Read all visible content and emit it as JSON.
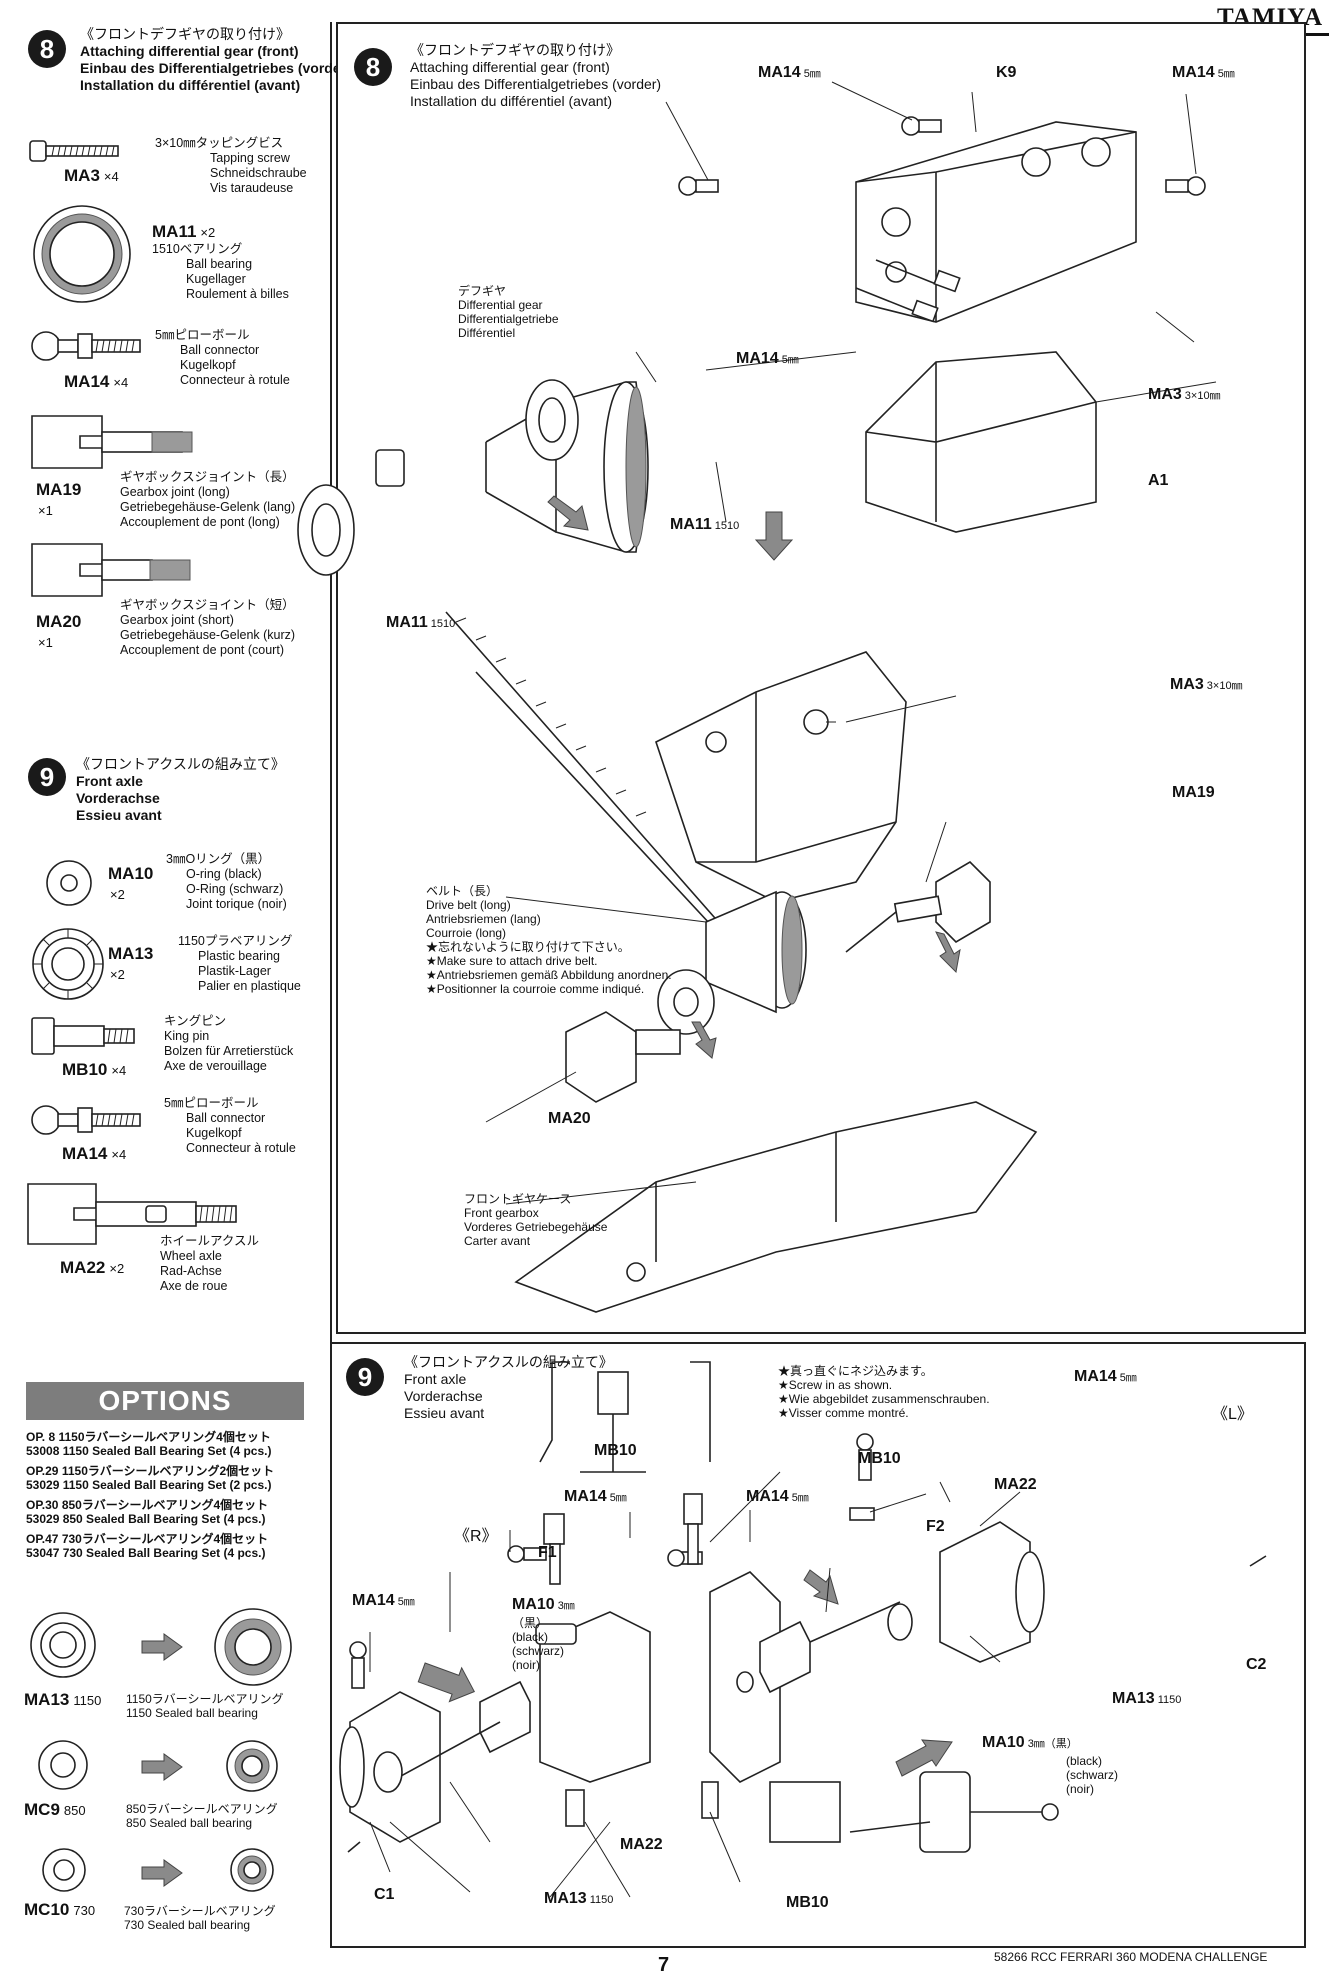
{
  "brand": "TAMIYA",
  "sidebar": {
    "step8": {
      "number": "8",
      "title_jp": "《フロントデフギヤの取り付け》",
      "title_en": "Attaching differential gear (front)",
      "title_de": "Einbau des Differentialgetriebes (vorder)",
      "title_fr": "Installation du différentiel (avant)",
      "parts": [
        {
          "code": "MA3",
          "qty": "×4",
          "jp": "3×10㎜タッピングビス",
          "en": "Tapping screw",
          "de": "Schneidschraube",
          "fr": "Vis taraudeuse",
          "icon": "screw-icon"
        },
        {
          "code": "MA11",
          "qty": "×2",
          "jp": "1510ベアリング",
          "en": "Ball bearing",
          "de": "Kugellager",
          "fr": "Roulement à billes",
          "icon": "bearing-icon"
        },
        {
          "code": "MA14",
          "qty": "×4",
          "jp": "5㎜ピローボール",
          "en": "Ball connector",
          "de": "Kugelkopf",
          "fr": "Connecteur à rotule",
          "icon": "ball-connector-icon"
        },
        {
          "code": "MA19",
          "qty": "×1",
          "jp": "ギヤボックスジョイント（長）",
          "en": "Gearbox joint (long)",
          "de": "Getriebegehäuse-Gelenk (lang)",
          "fr": "Accouplement de pont (long)",
          "icon": "gearbox-joint-icon"
        },
        {
          "code": "MA20",
          "qty": "×1",
          "jp": "ギヤボックスジョイント（短）",
          "en": "Gearbox joint (short)",
          "de": "Getriebegehäuse-Gelenk (kurz)",
          "fr": "Accouplement de pont (court)",
          "icon": "gearbox-joint-icon"
        }
      ]
    },
    "step9": {
      "number": "9",
      "title_jp": "《フロントアクスルの組み立て》",
      "title_en": "Front axle",
      "title_de": "Vorderachse",
      "title_fr": "Essieu avant",
      "parts": [
        {
          "code": "MA10",
          "qty": "×2",
          "jp": "3㎜Oリング（黒）",
          "en": "O-ring (black)",
          "de": "O-Ring (schwarz)",
          "fr": "Joint torique (noir)",
          "icon": "o-ring-icon"
        },
        {
          "code": "MA13",
          "qty": "×2",
          "jp": "1150プラベアリング",
          "en": "Plastic bearing",
          "de": "Plastik-Lager",
          "fr": "Palier en plastique",
          "icon": "plastic-bearing-icon"
        },
        {
          "code": "MB10",
          "qty": "×4",
          "jp": "キングピン",
          "en": "King pin",
          "de": "Bolzen für Arretierstück",
          "fr": "Axe de verouillage",
          "icon": "king-pin-icon"
        },
        {
          "code": "MA14",
          "qty": "×4",
          "jp": "5㎜ピローボール",
          "en": "Ball connector",
          "de": "Kugelkopf",
          "fr": "Connecteur à rotule",
          "icon": "ball-connector-icon"
        },
        {
          "code": "MA22",
          "qty": "×2",
          "jp": "ホイールアクスル",
          "en": "Wheel axle",
          "de": "Rad-Achse",
          "fr": "Axe de roue",
          "icon": "wheel-axle-icon"
        }
      ]
    },
    "options": {
      "banner": "OPTIONS",
      "lines": [
        {
          "op": "OP. 8",
          "jp": "1150ラバーシールベアリング4個セット",
          "en": "53008 1150 Sealed Ball Bearing Set (4 pcs.)"
        },
        {
          "op": "OP.29",
          "jp": "1150ラバーシールベアリング2個セット",
          "en": "53029 1150 Sealed Ball Bearing Set (2 pcs.)"
        },
        {
          "op": "OP.30",
          "jp": "850ラバーシールベアリング4個セット",
          "en": "53029 850 Sealed Ball Bearing Set (4 pcs.)"
        },
        {
          "op": "OP.47",
          "jp": "730ラバーシールベアリング4個セット",
          "en": "53047 730 Sealed Ball Bearing Set (4 pcs.)"
        }
      ],
      "upgrades": [
        {
          "code": "MA13",
          "size": "1150",
          "jp": "1150ラバーシールベアリング",
          "en": "1150 Sealed ball bearing"
        },
        {
          "code": "MC9",
          "size": "850",
          "jp": "850ラバーシールベアリング",
          "en": "850 Sealed ball bearing"
        },
        {
          "code": "MC10",
          "size": "730",
          "jp": "730ラバーシールベアリング",
          "en": "730 Sealed ball bearing"
        }
      ]
    }
  },
  "main8": {
    "number": "8",
    "title_jp": "《フロントデフギヤの取り付け》",
    "title_en": "Attaching differential gear (front)",
    "title_de": "Einbau des Differentialgetriebes (vorder)",
    "title_fr": "Installation du différentiel (avant)",
    "labels": {
      "ma14_left": "MA14",
      "ma14_left_size": "5㎜",
      "k9": "K9",
      "ma14_right": "MA14",
      "ma14_right_size": "5㎜",
      "ma14_mid": "MA14",
      "ma14_mid_size": "5㎜",
      "ma3_top": "MA3",
      "ma3_top_size": "3×10㎜",
      "a1": "A1",
      "ma11_a": "MA11",
      "ma11_a_size": "1510",
      "ma11_b": "MA11",
      "ma11_b_size": "1510",
      "ma3_bottom": "MA3",
      "ma3_bottom_size": "3×10㎜",
      "ma19": "MA19",
      "ma20": "MA20"
    },
    "diff_gear": {
      "jp": "デフギヤ",
      "en": "Differential gear",
      "de": "Differentialgetriebe",
      "fr": "Différentiel"
    },
    "belt": {
      "jp": "ベルト（長）",
      "en": "Drive belt (long)",
      "de": "Antriebsriemen (lang)",
      "fr": "Courroie (long)"
    },
    "belt_note": {
      "jp": "★忘れないように取り付けて下さい。",
      "en": "★Make sure to attach drive belt.",
      "de": "★Antriebsriemen gemäß Abbildung anordnen.",
      "fr": "★Positionner la courroie comme indiqué."
    },
    "gearbox": {
      "jp": "フロントギヤケース",
      "en": "Front gearbox",
      "de": "Vorderes Getriebegehäuse",
      "fr": "Carter avant"
    }
  },
  "main9": {
    "number": "9",
    "title_jp": "《フロントアクスルの組み立て》",
    "title_en": "Front axle",
    "title_de": "Vorderachse",
    "title_fr": "Essieu avant",
    "screw_note": {
      "jp": "★真っ直ぐにネジ込みます。",
      "en": "★Screw in as shown.",
      "de": "★Wie abgebildet zusammenschrauben.",
      "fr": "★Visser comme montré."
    },
    "labels": {
      "right": "《R》",
      "left": "《L》",
      "mb10_a": "MB10",
      "mb10_b": "MB10",
      "mb10_c": "MB10",
      "ma14_a": "MA14",
      "ma14_a_size": "5㎜",
      "ma14_b": "MA14",
      "ma14_b_size": "5㎜",
      "ma14_c": "MA14",
      "ma14_c_size": "5㎜",
      "ma14_d": "MA14",
      "ma14_d_size": "5㎜",
      "f1": "F1",
      "f2": "F2",
      "c1": "C1",
      "c2": "C2",
      "ma22_a": "MA22",
      "ma22_b": "MA22",
      "ma13_a": "MA13",
      "ma13_a_size": "1150",
      "ma13_b": "MA13",
      "ma13_b_size": "1150",
      "ma10_a": "MA10",
      "ma10_a_size": "3㎜",
      "ma10_b": "MA10",
      "ma10_b_size": "3㎜（黒）"
    },
    "oring_a": {
      "jp": "（黒）",
      "en": "(black)",
      "de": "(schwarz)",
      "fr": "(noir)"
    },
    "oring_b": {
      "en": "(black)",
      "de": "(schwarz)",
      "fr": "(noir)"
    }
  },
  "footer": {
    "page": "7",
    "model": "58266 RCC FERRARI 360 MODENA CHALLENGE"
  }
}
